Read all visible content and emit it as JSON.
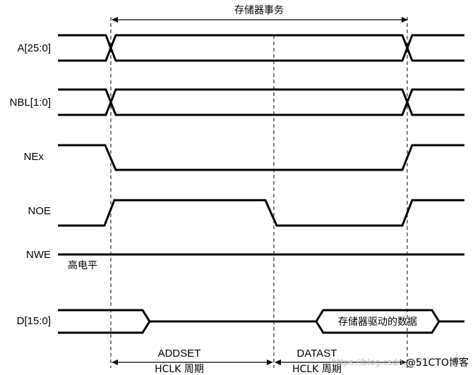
{
  "title": "存储器事务",
  "signals": {
    "addr": "A[25:0]",
    "nbl": "NBL[1:0]",
    "nex": "NEx",
    "noe": "NOE",
    "nwe": "NWE",
    "data": "D[15:0]"
  },
  "nwe_note": "高电平",
  "data_box": "存储器驱动的数据",
  "phases": {
    "addset": "ADDSET",
    "datast": "DATAST",
    "hclk_addset": "HCLK 周期",
    "hclk_datast": "HCLK 周期"
  },
  "watermark": "@51CTO博客",
  "faint_watermark": "https://blog.csdn.net/"
}
